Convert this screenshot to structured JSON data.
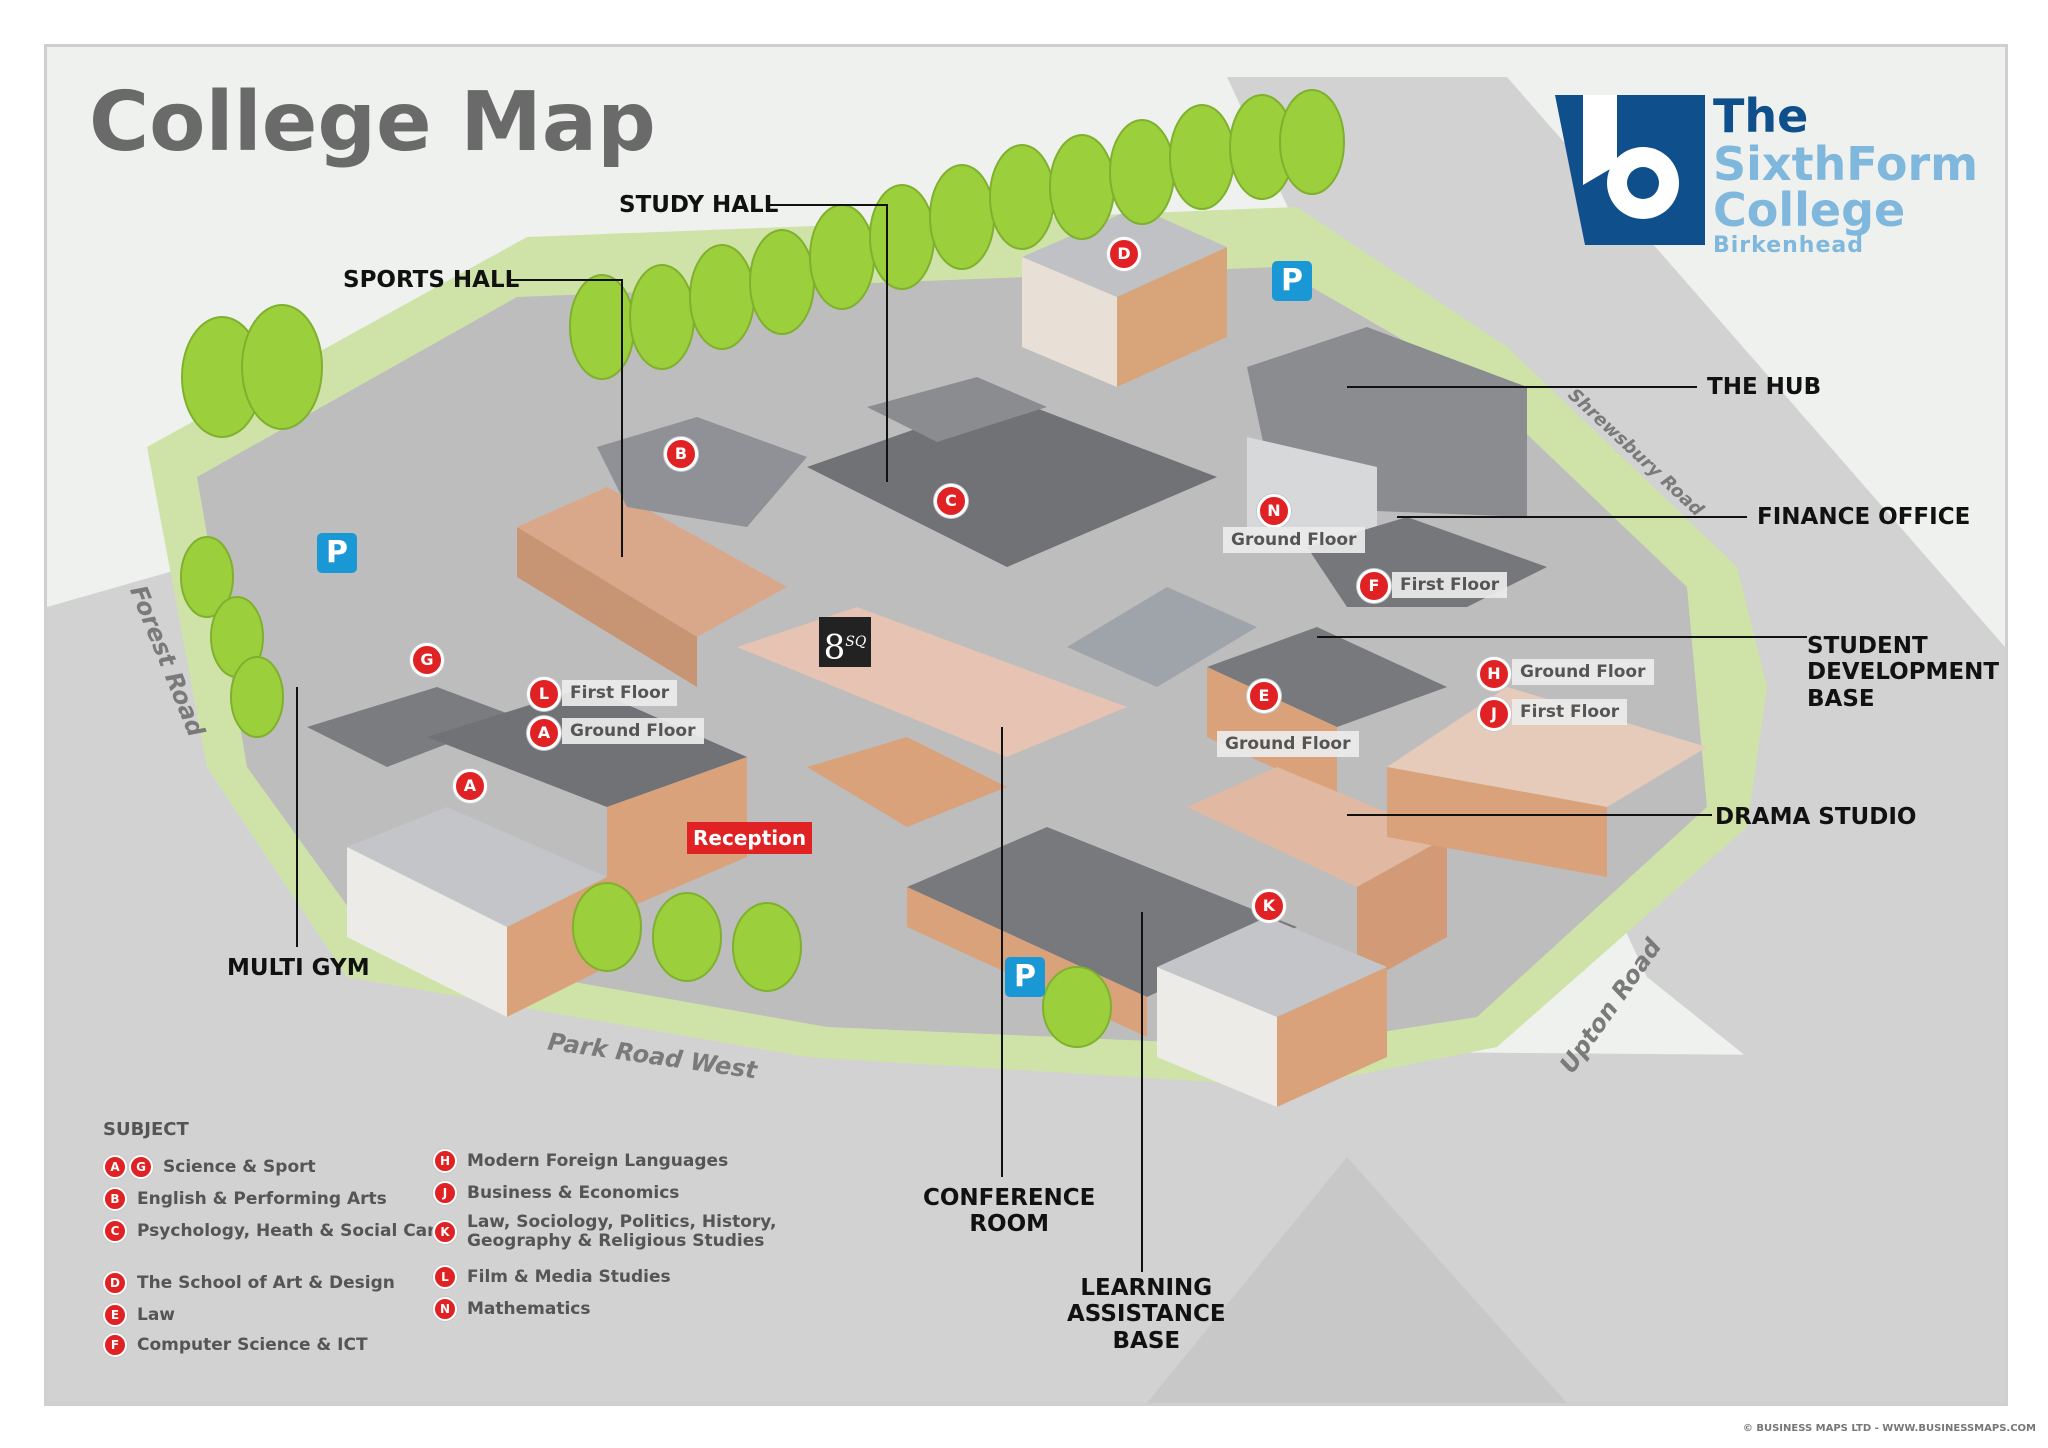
{
  "title": "College Map",
  "logo": {
    "lines": [
      "The",
      "SixthForm",
      "College",
      "Birkenhead"
    ],
    "colors": {
      "dark": "#0f4f8c",
      "light": "#7fb7dd"
    }
  },
  "buildings": [
    "STUDY HALL",
    "SPORTS HALL",
    "THE HUB",
    "FINANCE OFFICE",
    "STUDENT\nDEVELOPMENT\nBASE",
    "DRAMA STUDIO",
    "MULTI GYM",
    "CONFERENCE\nROOM",
    "LEARNING\nASSISTANCE\nBASE"
  ],
  "roads": [
    "Forest Road",
    "Park Road West",
    "Shrewsbury Road",
    "Upton Road"
  ],
  "markers": [
    "D",
    "B",
    "C",
    "N",
    "F",
    "G",
    "L",
    "A",
    "A",
    "E",
    "H",
    "J",
    "K"
  ],
  "floor_labels": {
    "ground": "Ground Floor",
    "first": "First Floor"
  },
  "reception": "Reception",
  "eightsq": {
    "main": "8",
    "sup": "SQ"
  },
  "parking": "P",
  "legend": {
    "title": "SUBJECT",
    "items": [
      {
        "codes": "A G",
        "label": "Science & Sport"
      },
      {
        "codes": "B",
        "label": "English & Performing Arts"
      },
      {
        "codes": "C",
        "label": "Psychology, Heath & Social Care"
      },
      {
        "codes": "D",
        "label": "The School of Art & Design"
      },
      {
        "codes": "E",
        "label": "Law"
      },
      {
        "codes": "F",
        "label": "Computer Science & ICT"
      },
      {
        "codes": "H",
        "label": "Modern Foreign Languages"
      },
      {
        "codes": "J",
        "label": "Business & Economics"
      },
      {
        "codes": "K",
        "label": "Law, Sociology, Politics, History,\nGeography & Religious Studies"
      },
      {
        "codes": "L",
        "label": "Film & Media Studies"
      },
      {
        "codes": "N",
        "label": "Mathematics"
      }
    ]
  },
  "credit": "© BUSINESS MAPS LTD - WWW.BUSINESSMAPS.COM",
  "colors": {
    "marker_red": "#e02224",
    "parking_blue": "#1a97d5",
    "roof": "#77797d",
    "wall": "#d9a27a",
    "grass": "#b8d97e",
    "tree": "#9bcf3c",
    "road": "#d2d2d2"
  }
}
